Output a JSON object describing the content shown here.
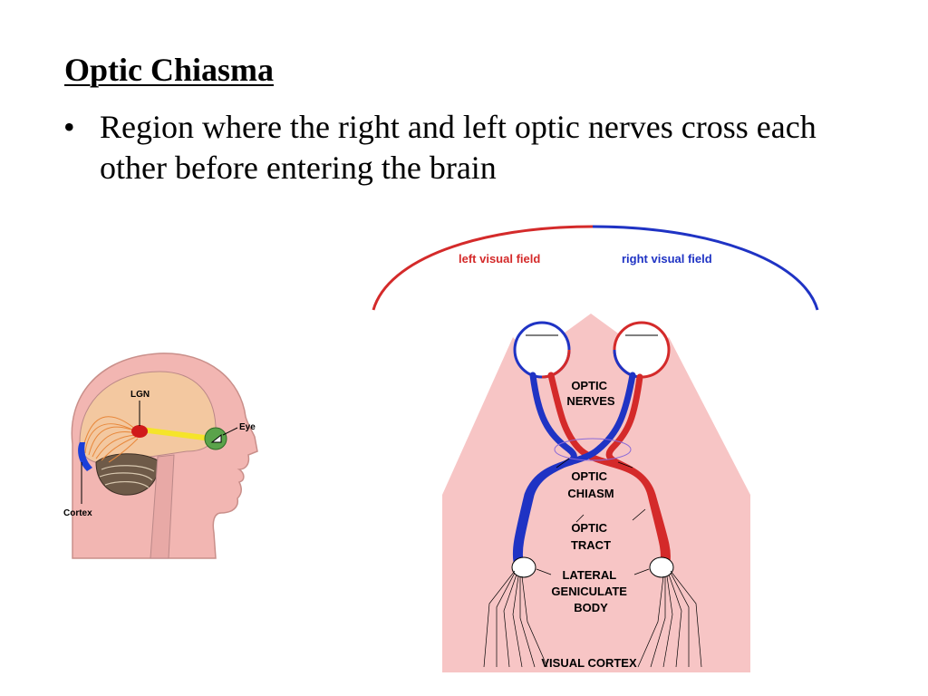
{
  "slide": {
    "title": "Optic Chiasma",
    "bullets": [
      {
        "marker": "•",
        "text": "Region where the right and left optic nerves cross each other before entering the brain"
      }
    ]
  },
  "head_figure": {
    "labels": {
      "lgn": "LGN",
      "eye": "Eye",
      "cortex": "Cortex"
    }
  },
  "pathway_figure": {
    "field_labels": {
      "left": "left visual field",
      "right": "right visual field"
    },
    "labels": {
      "optic_nerves": [
        "OPTIC",
        "NERVES"
      ],
      "optic_chiasm": [
        "OPTIC",
        "CHIASM"
      ],
      "optic_tract": [
        "OPTIC",
        "TRACT"
      ],
      "lgb": [
        "LATERAL",
        "GENICULATE",
        "BODY"
      ],
      "visual_cortex": "VISUAL CORTEX"
    },
    "colors": {
      "left": "#d42a2a",
      "right": "#1f33c4",
      "tissue": "#f7c5c5"
    }
  }
}
